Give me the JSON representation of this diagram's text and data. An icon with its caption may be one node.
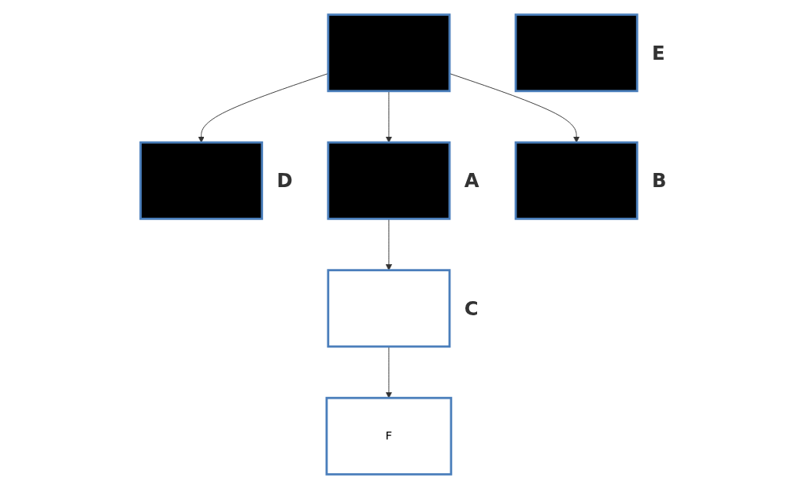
{
  "diagram": {
    "nodes": [
      {
        "text": [],
        "shape": "box"
      },
      {
        "text": [],
        "shape": "box",
        "beside": [
          "D"
        ]
      },
      {
        "text": [],
        "shape": "box",
        "beside": [
          "E"
        ]
      },
      {
        "text": [],
        "shape": "box",
        "beside": [
          "A"
        ]
      },
      {
        "text": [],
        "shape": "box",
        "beside": [
          "B"
        ]
      },
      {
        "text": [],
        "shape": "box",
        "beside": [
          "C"
        ]
      },
      {
        "text": [
          "F"
        ]
      }
    ],
    "edges": [
      {
        "from": 0,
        "to": 1,
        "arrow": "to"
      },
      {
        "from": 0,
        "to": 3,
        "arrow": "to"
      },
      {
        "from": 0,
        "to": 4,
        "arrow": "to"
      },
      {
        "from": 3,
        "to": 5,
        "arrow": "to"
      },
      {
        "from": 5,
        "to": 6,
        "arrow": "to"
      }
    ]
  }
}
